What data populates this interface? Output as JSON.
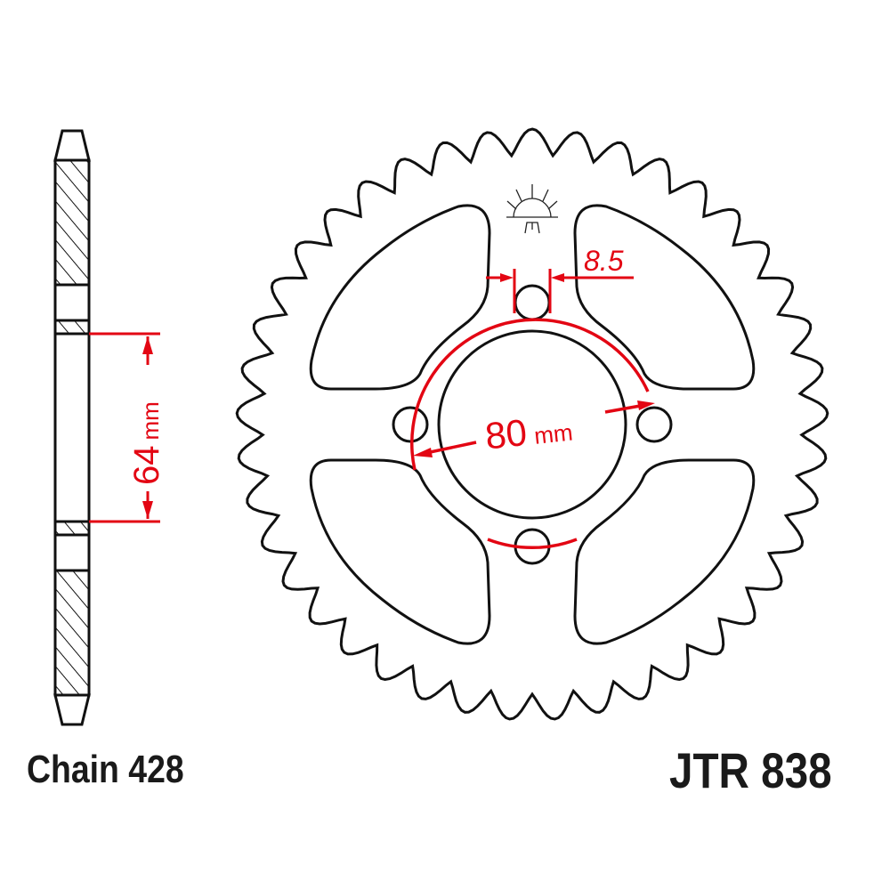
{
  "colors": {
    "line": "#111111",
    "dimension": "#e30613",
    "text": "#1a1a1a"
  },
  "sprocket": {
    "teeth": 41
  },
  "dimensions": {
    "bolt_circle_value": "80",
    "bolt_circle_unit": "mm",
    "hole_diameter": "8.5",
    "offset_value": "64",
    "offset_unit": "mm"
  },
  "labels": {
    "chain": "Chain 428",
    "part_number": "JTR 838"
  },
  "logo": {
    "name": "jt-sun-logo"
  }
}
